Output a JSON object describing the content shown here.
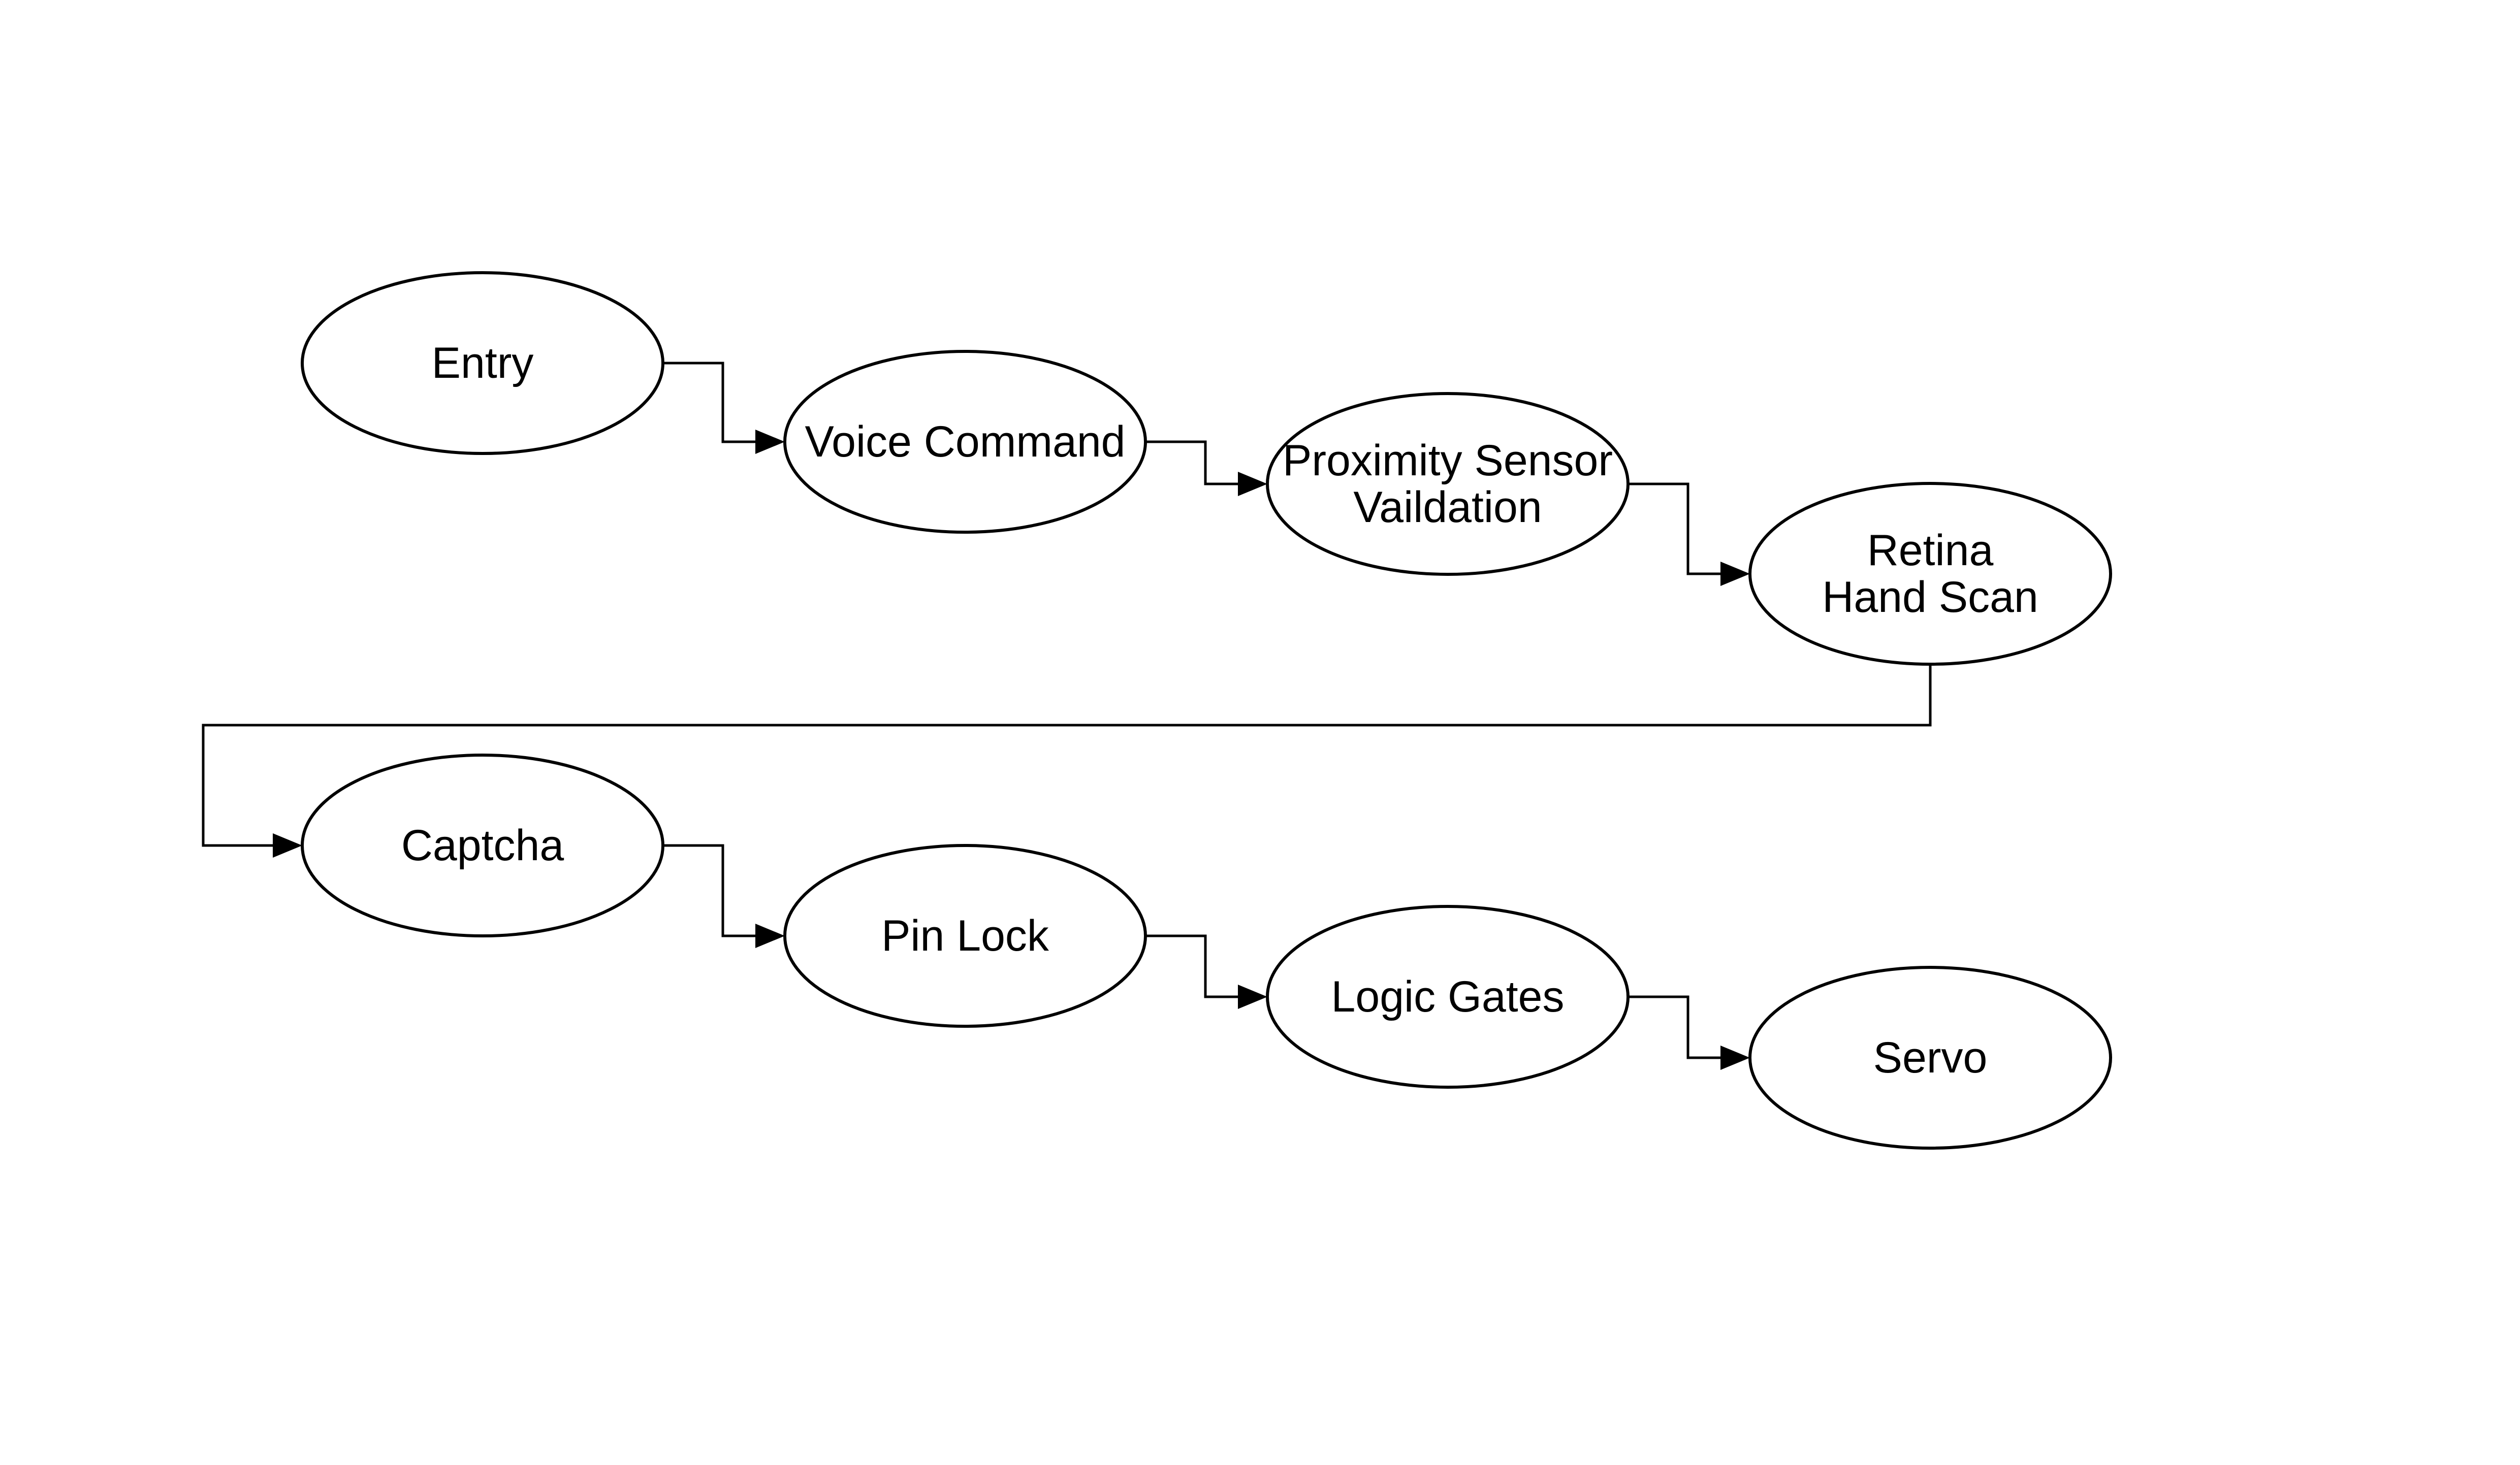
{
  "diagram": {
    "type": "flowchart",
    "line_color": "#000000",
    "node_fill": "#ffffff",
    "nodes": [
      {
        "id": "entry",
        "lines": [
          "Entry"
        ]
      },
      {
        "id": "voice-command",
        "lines": [
          "Voice Command"
        ]
      },
      {
        "id": "proximity-sensor",
        "lines": [
          "Proximity Sensor",
          "Vaildation"
        ]
      },
      {
        "id": "retina-hand-scan",
        "lines": [
          "Retina",
          "Hand Scan"
        ]
      },
      {
        "id": "captcha",
        "lines": [
          "Captcha"
        ]
      },
      {
        "id": "pin-lock",
        "lines": [
          "Pin Lock"
        ]
      },
      {
        "id": "logic-gates",
        "lines": [
          "Logic Gates"
        ]
      },
      {
        "id": "servo",
        "lines": [
          "Servo"
        ]
      }
    ],
    "edges": [
      {
        "from": "entry",
        "to": "voice-command"
      },
      {
        "from": "voice-command",
        "to": "proximity-sensor"
      },
      {
        "from": "proximity-sensor",
        "to": "retina-hand-scan"
      },
      {
        "from": "retina-hand-scan",
        "to": "captcha"
      },
      {
        "from": "captcha",
        "to": "pin-lock"
      },
      {
        "from": "pin-lock",
        "to": "logic-gates"
      },
      {
        "from": "logic-gates",
        "to": "servo"
      }
    ]
  }
}
